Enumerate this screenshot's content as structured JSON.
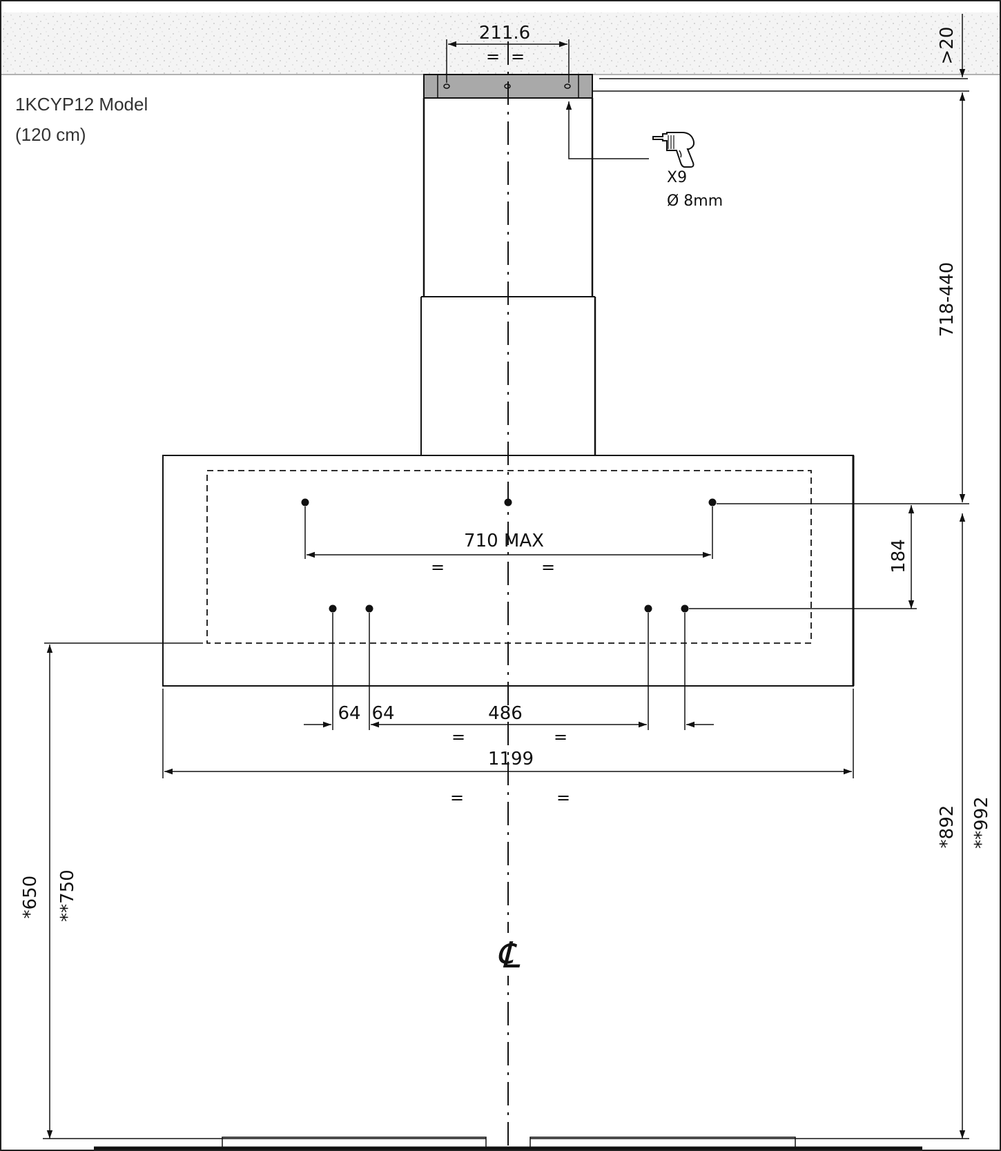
{
  "model": {
    "name": "1KCYP12 Model",
    "size": "(120 cm)"
  },
  "drill": {
    "icon": "drill-icon",
    "count": "X9",
    "diameter": "Ø 8mm"
  },
  "dimensions": {
    "bracket_width": "211.6",
    "ceiling_gap": ">20",
    "chimney_height": "718-440",
    "hole_vertical_spacing": "184",
    "hole_span_max": "710 MAX",
    "hole_offset_left": "64",
    "hole_offset_right": "64",
    "inner_spacing": "486",
    "hood_width": "1199",
    "height_left_1": "*650",
    "height_left_2": "**750",
    "height_right_1": "*892",
    "height_right_2": "**992"
  },
  "equal_marks": "=",
  "centerline_symbol": "℄",
  "colors": {
    "line": "#111111",
    "ceiling_fill": "#f2f2f2",
    "bracket_fill": "#a9a9a9"
  }
}
